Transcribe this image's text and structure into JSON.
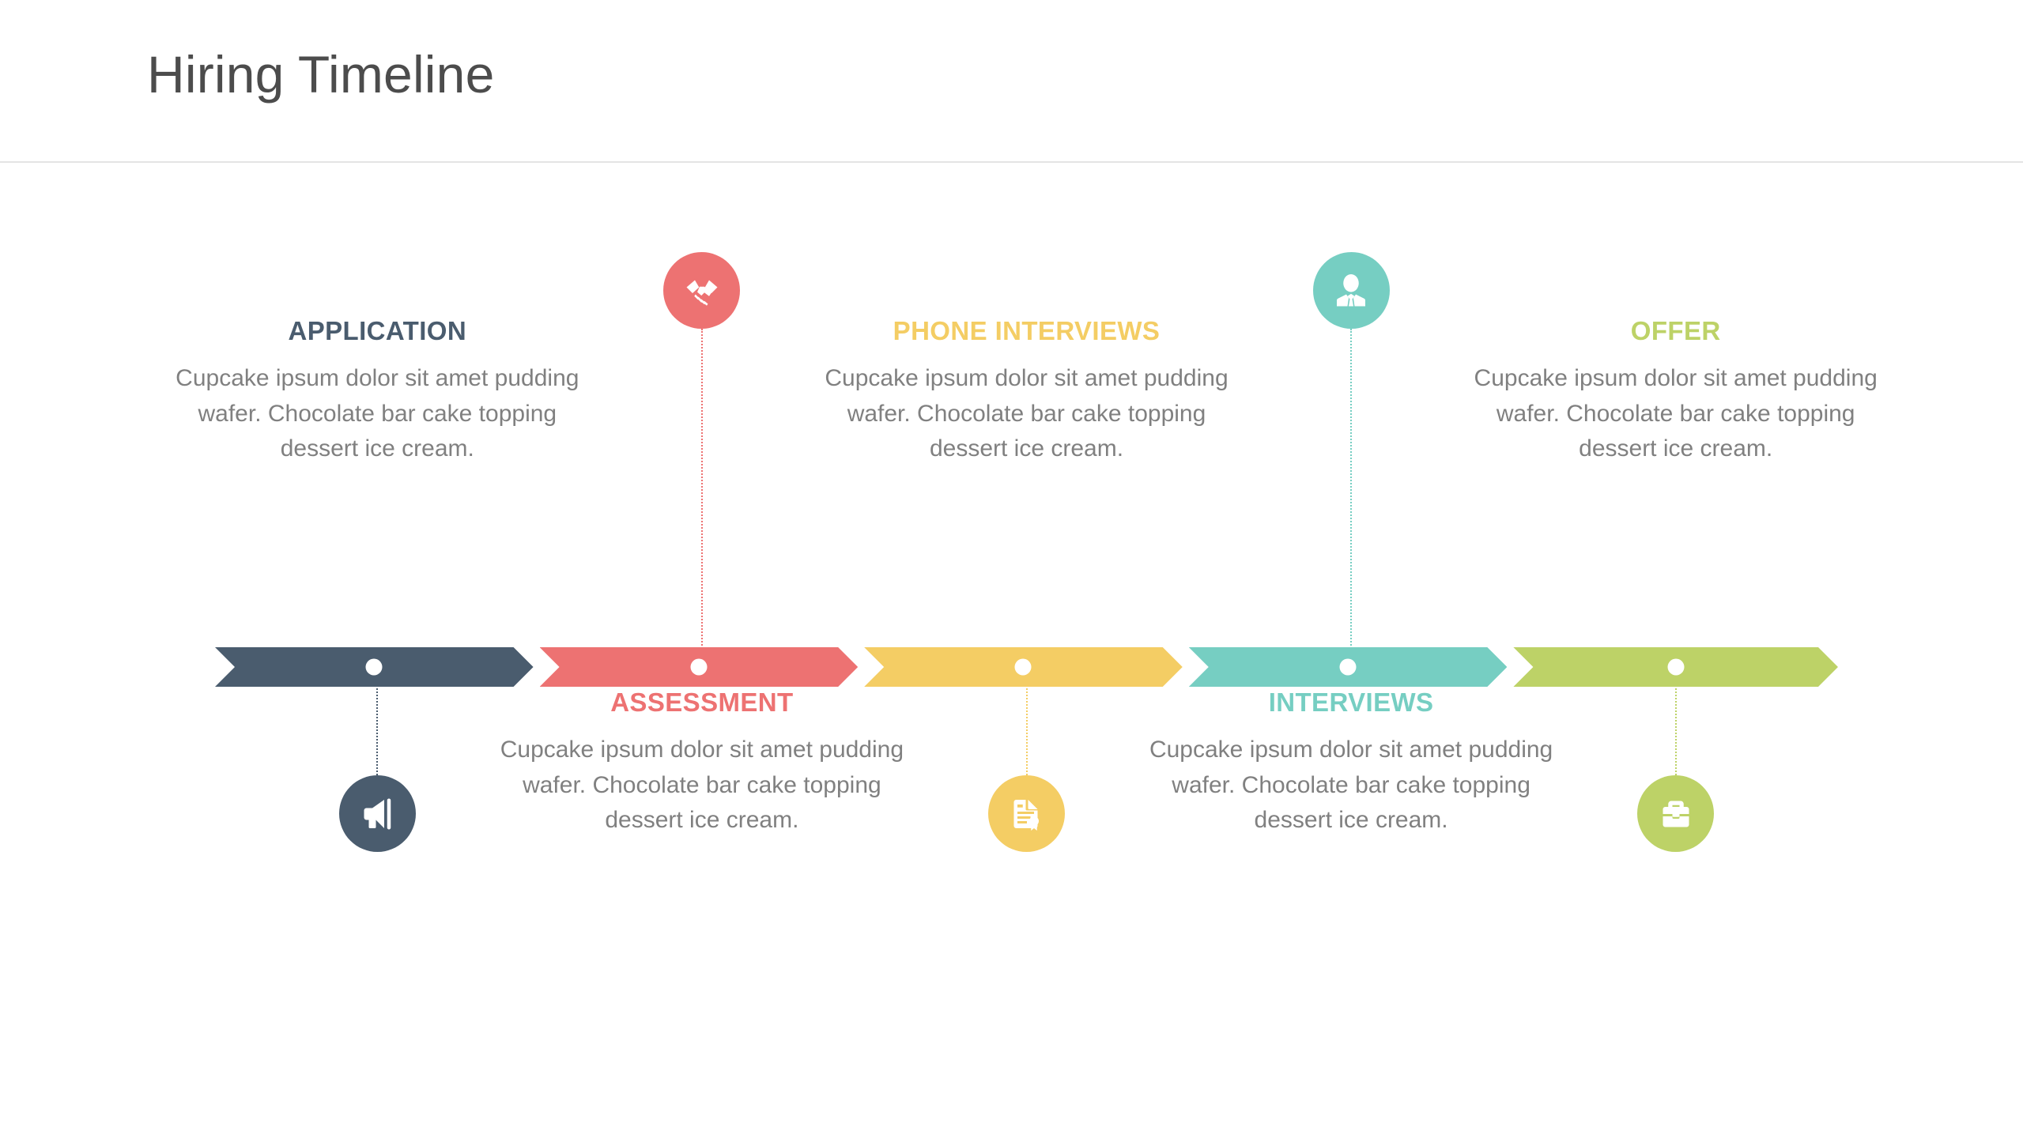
{
  "header": {
    "title": "Hiring Timeline"
  },
  "colors": {
    "slate": "#4a5c6e",
    "coral": "#ed7272",
    "yellow": "#f4cd64",
    "teal": "#76cec2",
    "green": "#bdd267",
    "body_text": "#808080",
    "title_text": "#4c4c4c",
    "divider": "#e4e4e4",
    "background": "#ffffff"
  },
  "body_text": "Cupcake ipsum dolor sit amet pudding wafer. Chocolate bar cake topping dessert ice cream.",
  "steps": [
    {
      "id": "application",
      "label": "APPLICATION",
      "description": "Cupcake ipsum dolor sit amet pudding wafer. Chocolate bar cake topping dessert ice cream.",
      "color": "#4a5c6e",
      "icon": "megaphone-icon",
      "position": "below"
    },
    {
      "id": "assessment",
      "label": "ASSESSMENT",
      "description": "Cupcake ipsum dolor sit amet pudding wafer. Chocolate bar cake topping dessert ice cream.",
      "color": "#ed7272",
      "icon": "handshake-icon",
      "position": "above"
    },
    {
      "id": "phone-interviews",
      "label": "PHONE INTERVIEWS",
      "description": "Cupcake ipsum dolor sit amet pudding wafer. Chocolate bar cake topping dessert ice cream.",
      "color": "#f4cd64",
      "icon": "certificate-icon",
      "position": "below"
    },
    {
      "id": "interviews",
      "label": "INTERVIEWS",
      "description": "Cupcake ipsum dolor sit amet pudding wafer. Chocolate bar cake topping dessert ice cream.",
      "color": "#76cec2",
      "icon": "businessperson-icon",
      "position": "above"
    },
    {
      "id": "offer",
      "label": "OFFER",
      "description": "Cupcake ipsum dolor sit amet pudding wafer. Chocolate bar cake topping dessert ice cream.",
      "color": "#bdd267",
      "icon": "briefcase-icon",
      "position": "below"
    }
  ]
}
